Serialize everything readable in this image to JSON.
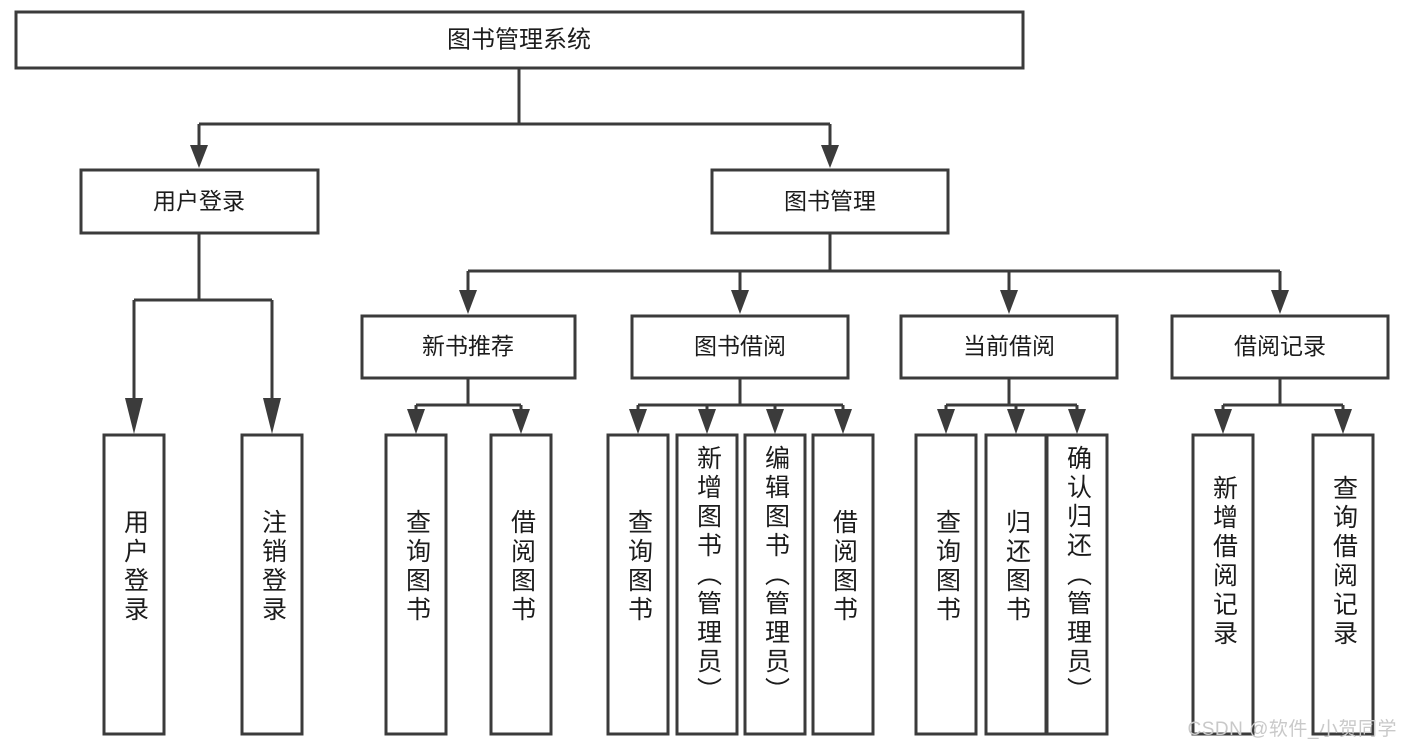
{
  "diagram": {
    "type": "tree",
    "title": "图书管理系统",
    "watermark": "CSDN @软件_小贺同学",
    "colors": {
      "stroke": "#3b3b3b",
      "fill": "#ffffff",
      "text": "#1c1c1c",
      "watermark": "#c9c9c9"
    },
    "root": {
      "label": "图书管理系统"
    },
    "level1": [
      {
        "label": "用户登录"
      },
      {
        "label": "图书管理"
      }
    ],
    "level2": [
      {
        "label": "新书推荐"
      },
      {
        "label": "图书借阅"
      },
      {
        "label": "当前借阅"
      },
      {
        "label": "借阅记录"
      }
    ],
    "leaves": {
      "user_login": [
        {
          "label": "用户登录"
        },
        {
          "label": "注销登录"
        }
      ],
      "new_book_recommend": [
        {
          "label": "查询图书"
        },
        {
          "label": "借阅图书"
        }
      ],
      "book_borrow": [
        {
          "label": "查询图书"
        },
        {
          "label": "新增图书（管理员）"
        },
        {
          "label": "编辑图书（管理员）"
        },
        {
          "label": "借阅图书"
        }
      ],
      "current_borrow": [
        {
          "label": "查询图书"
        },
        {
          "label": "归还图书"
        },
        {
          "label": "确认归还（管理员）"
        }
      ],
      "borrow_record": [
        {
          "label": "新增借阅记录"
        },
        {
          "label": "查询借阅记录"
        }
      ]
    }
  }
}
